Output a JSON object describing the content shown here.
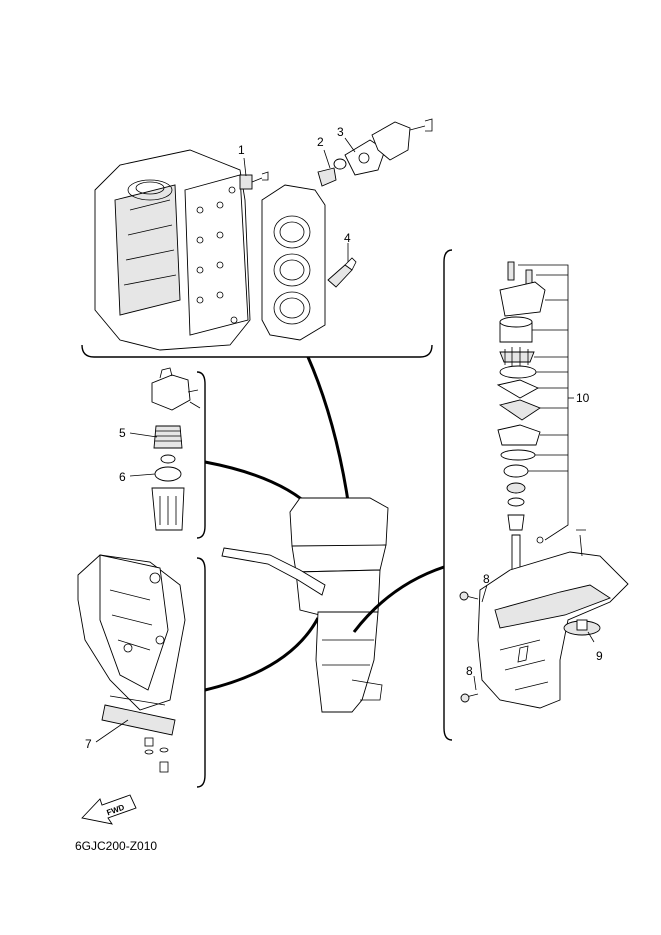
{
  "callouts": [
    {
      "id": "1",
      "label": "1"
    },
    {
      "id": "2",
      "label": "2"
    },
    {
      "id": "3",
      "label": "3"
    },
    {
      "id": "4",
      "label": "4"
    },
    {
      "id": "5",
      "label": "5"
    },
    {
      "id": "6",
      "label": "6"
    },
    {
      "id": "7",
      "label": "7"
    },
    {
      "id": "8a",
      "label": "8"
    },
    {
      "id": "8b",
      "label": "8"
    },
    {
      "id": "9",
      "label": "9"
    },
    {
      "id": "10",
      "label": "10"
    }
  ],
  "direction_arrow": {
    "label": "FWD",
    "icon": "fwd-arrow-icon"
  },
  "diagram_code": "6GJC200-Z010"
}
